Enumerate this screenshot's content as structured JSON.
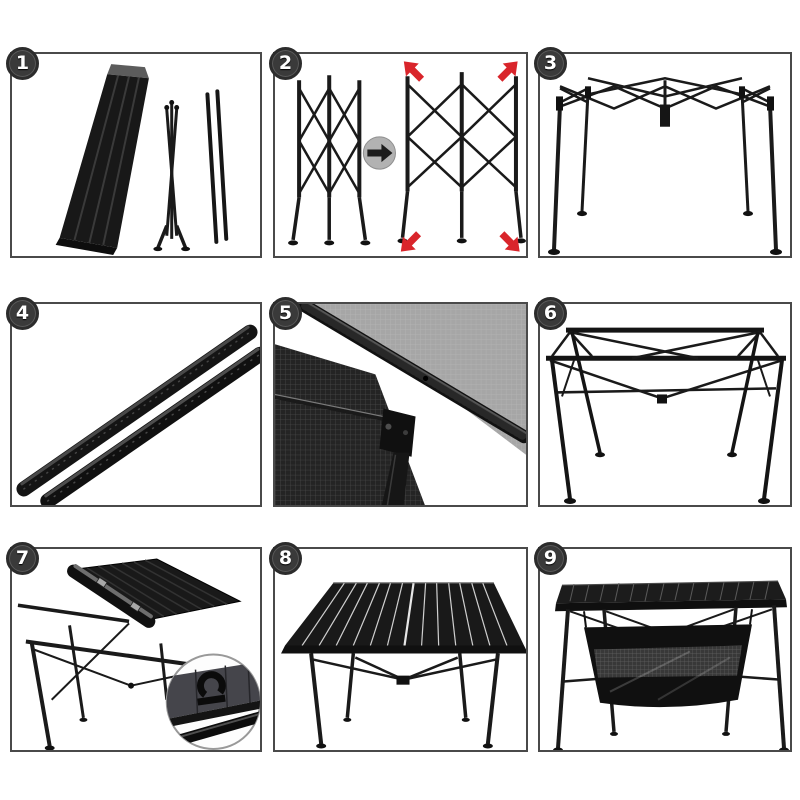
{
  "page": {
    "type": "product-assembly-instruction-sheet",
    "product": "folding-camping-table",
    "background": "#ffffff",
    "panel_border_color": "#4a4a4a"
  },
  "colors": {
    "badge_background": "#3a3a3a",
    "badge_text": "#ffffff",
    "red_arrow": "#d9252b",
    "gray_arrow_circle": "#b2b2b2",
    "arrow_glyph": "#1c1c1c",
    "frame_metal": "#1a1a1a",
    "mesh_light": "#a6a6a6"
  },
  "steps": [
    {
      "number": "1",
      "name": "parts-overview-rolled-top-folded-frame-two-poles"
    },
    {
      "number": "2",
      "name": "pull-frame-open-outward"
    },
    {
      "number": "3",
      "name": "frame-fully-expanded"
    },
    {
      "number": "4",
      "name": "crossbar-poles-closeup"
    },
    {
      "number": "5",
      "name": "crossbar-joint-closeup"
    },
    {
      "number": "6",
      "name": "frame-with-top-rails-installed"
    },
    {
      "number": "7",
      "name": "unroll-tabletop-and-clip-detail"
    },
    {
      "number": "8",
      "name": "table-assembled"
    },
    {
      "number": "9",
      "name": "table-with-storage-basket"
    }
  ]
}
